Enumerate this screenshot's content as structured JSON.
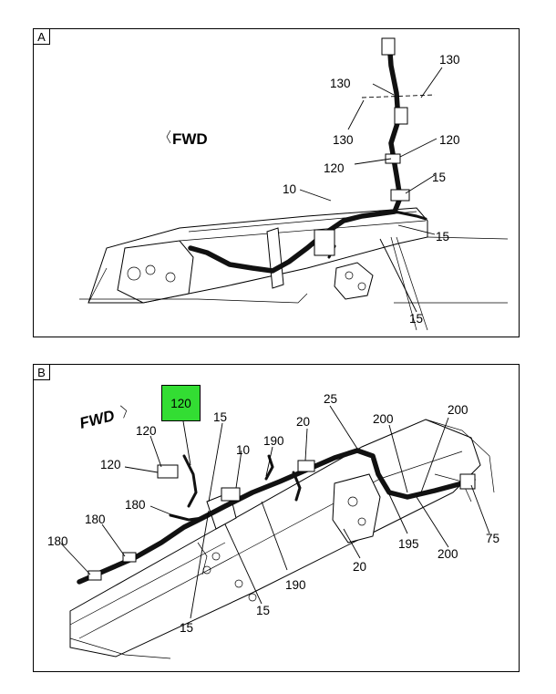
{
  "panel_a": {
    "tag": "A",
    "fwd_label": "FWD",
    "callouts": [
      "130",
      "130",
      "130",
      "120",
      "120",
      "15",
      "10",
      "15",
      "15"
    ]
  },
  "panel_b": {
    "tag": "B",
    "fwd_label": "FWD",
    "highlighted_callout": "120",
    "highlight_color": "#33dd33",
    "callouts": [
      "120",
      "120",
      "15",
      "10",
      "190",
      "20",
      "25",
      "200",
      "200",
      "180",
      "180",
      "180",
      "195",
      "200",
      "75",
      "20",
      "190",
      "15",
      "15"
    ]
  }
}
